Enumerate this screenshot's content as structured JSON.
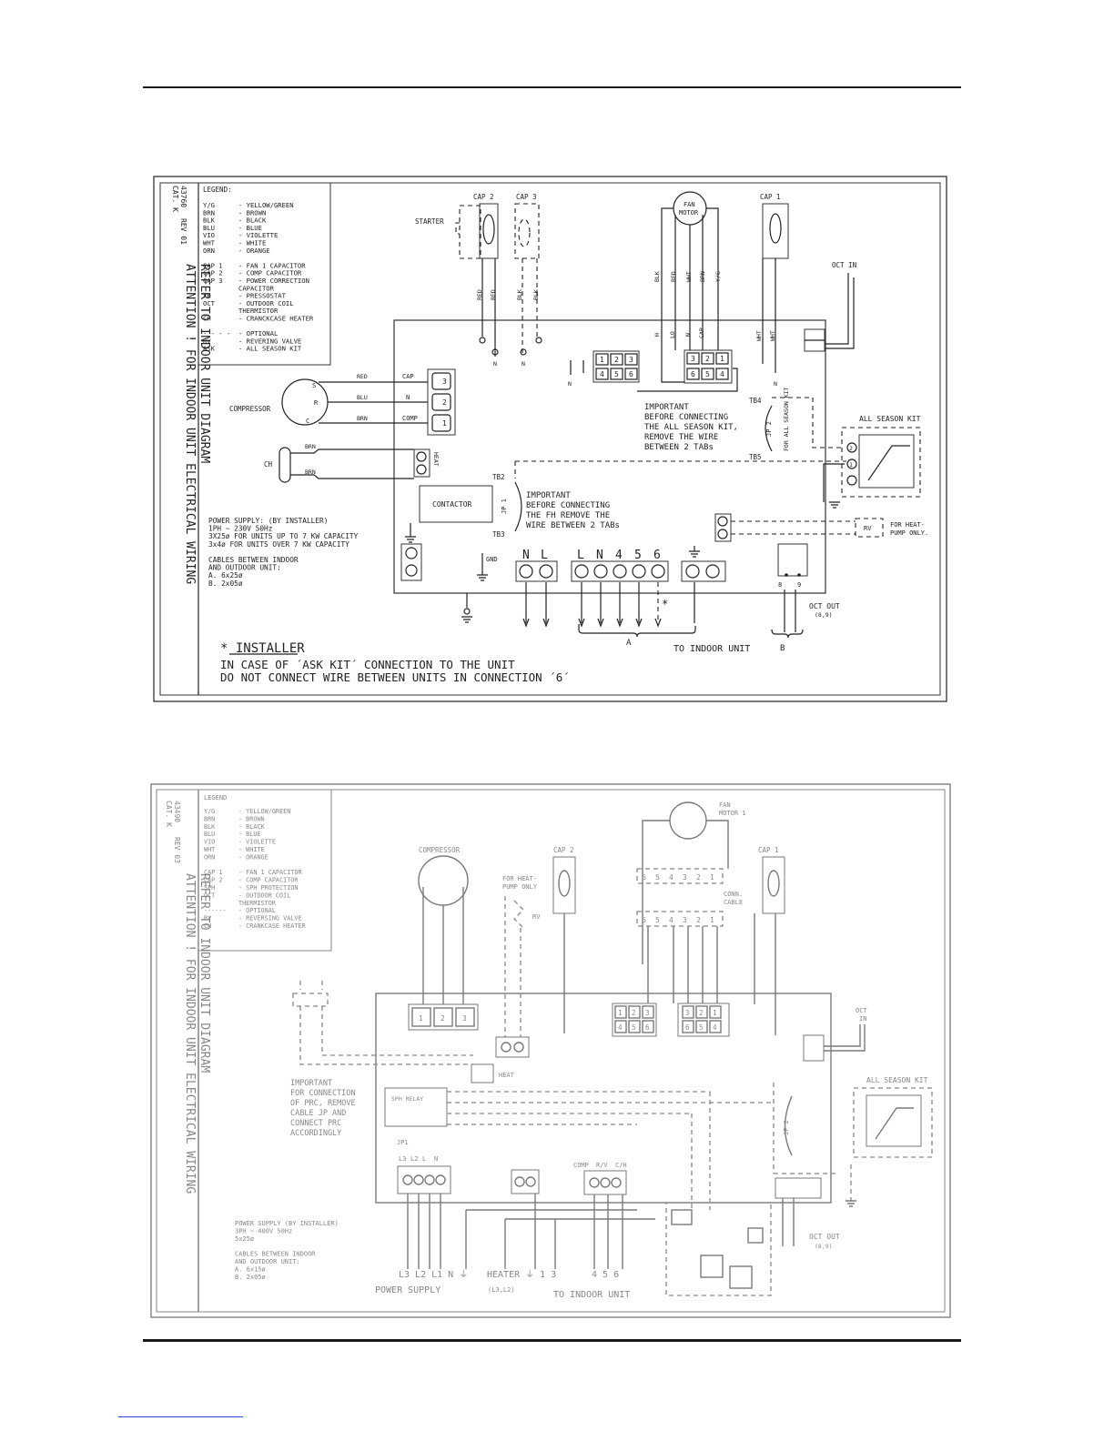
{
  "diagram1": {
    "side_code": [
      "CAT. K",
      "43760",
      "REV 01"
    ],
    "side_title": [
      "ATTENTION !   FOR INDOOR UNIT ELECTRICAL WIRING",
      "REFER TO INDOOR UNIT DIAGRAM"
    ],
    "legend_title": "LEGEND:",
    "legend": [
      {
        "code": "Y/G",
        "text": "- YELLOW/GREEN"
      },
      {
        "code": "BRN",
        "text": "- BROWN"
      },
      {
        "code": "BLK",
        "text": "- BLACK"
      },
      {
        "code": "BLU",
        "text": "- BLUE"
      },
      {
        "code": "VIO",
        "text": "- VIOLETTE"
      },
      {
        "code": "WHT",
        "text": "- WHITE"
      },
      {
        "code": "ORN",
        "text": "- ORANGE"
      },
      {
        "code": "",
        "text": ""
      },
      {
        "code": "CAP   1",
        "text": "- FAN 1 CAPACITOR"
      },
      {
        "code": "CAP   2",
        "text": "- COMP CAPACITOR"
      },
      {
        "code": "CAP   3",
        "text": "- POWER CORRECTION"
      },
      {
        "code": "",
        "text": "  CAPACITOR"
      },
      {
        "code": "FH",
        "text": "- PRESSOSTAT"
      },
      {
        "code": "OCT",
        "text": "- OUTDOOR COIL"
      },
      {
        "code": "",
        "text": "  THERMISTOR"
      },
      {
        "code": "CH",
        "text": "- CRANCKCASE HEATER"
      },
      {
        "code": "",
        "text": ""
      },
      {
        "code": "- - - -",
        "text": "- OPTIONAL"
      },
      {
        "code": "RV",
        "text": "- REVERING VALVE"
      },
      {
        "code": "ASK",
        "text": "- ALL SEASON KIT"
      }
    ],
    "labels": {
      "cap2": "CAP 2",
      "cap3": "CAP 3",
      "cap1": "CAP 1",
      "starter": "STARTER",
      "fan_motor_1": "FAN",
      "fan_motor_2": "MOTOR",
      "oct_in": "OCT IN",
      "compressor": "COMPRESSOR",
      "ch": "CH",
      "heat": "HEAT",
      "contactor": "CONTACTOR",
      "jp1": "JP 1",
      "jp2": "JP 2",
      "tb2": "TB2",
      "tb3": "TB3",
      "tb4": "TB4",
      "tb5": "TB5",
      "for_all_season_kit": "FOR ALL SEASON KIT",
      "all_season_kit": "ALL SEASON KIT",
      "rv": "RV",
      "for_heat_pump_1": "FOR HEAT-",
      "for_heat_pump_2": "PUMP ONLY.",
      "gnd": "GND",
      "oct_out": "OCT OUT",
      "oct_out_pins": "(8,9)",
      "to_indoor_unit": "TO INDOOR UNIT",
      "group_a": "A",
      "group_b": "B",
      "star": "*",
      "pin_s": "S",
      "pin_r": "R",
      "pin_c": "C",
      "conn_cap": "CAP",
      "conn_n": "N",
      "conn_comp": "COMP"
    },
    "wires": {
      "red": "RED",
      "blk": "BLK",
      "wht": "WHT",
      "brn": "BRN",
      "yg": "Y/G",
      "blu": "BLU",
      "h": "H",
      "lo": "LO",
      "n": "N",
      "cap": "CAP"
    },
    "important_ask": [
      "IMPORTANT",
      "BEFORE CONNECTING",
      "THE ALL SEASON KIT,",
      "REMOVE THE WIRE",
      "BETWEEN 2 TABs"
    ],
    "important_fh": [
      "IMPORTANT",
      "BEFORE CONNECTING",
      "THE FH REMOVE THE",
      "WIRE BETWEEN 2 TABs"
    ],
    "power_supply": [
      "POWER SUPPLY: (BY INSTALLER)",
      "1PH ~ 230V 50Hz",
      "3X25ø FOR UNITS UP TO 7 KW CAPACITY",
      "3x4ø FOR UNITS OVER 7 KW CAPACITY",
      "",
      "CABLES BETWEEN INDOOR",
      "AND OUTDOOR UNIT:",
      "A. 6x25ø",
      "B. 2x05ø"
    ],
    "terminals_nl": [
      "N",
      "L"
    ],
    "terminals_a": [
      "L",
      "N",
      "4",
      "5",
      "6"
    ],
    "pcb_block1": [
      "1",
      "2",
      "3",
      "4",
      "5",
      "6"
    ],
    "pcb_block2": [
      "3",
      "2",
      "1",
      "6",
      "5",
      "4"
    ],
    "comp_block": [
      "3",
      "2",
      "1"
    ],
    "oct_out_terms": [
      "8",
      "9"
    ],
    "installer_title": "* INSTALLER",
    "installer_lines": [
      "IN CASE OF ´ASK KIT´ CONNECTION TO THE UNIT",
      "DO NOT CONNECT WIRE BETWEEN UNITS IN CONNECTION ´6´"
    ]
  },
  "diagram2": {
    "side_code": [
      "CAT. K",
      "43490",
      "REV 03"
    ],
    "side_title": [
      "ATTENTION !   FOR INDOOR UNIT ELECTRICAL WIRING",
      "REFER TO INDOOR UNIT DIAGRAM"
    ],
    "legend_title": "LEGEND",
    "legend": [
      {
        "code": "Y/G",
        "text": "- YELLOW/GREEN"
      },
      {
        "code": "BRN",
        "text": "- BROWN"
      },
      {
        "code": "BLK",
        "text": "- BLACK"
      },
      {
        "code": "BLU",
        "text": "- BLUE"
      },
      {
        "code": "VIO",
        "text": "- VIOLETTE"
      },
      {
        "code": "WHT",
        "text": "- WHITE"
      },
      {
        "code": "ORN",
        "text": "- ORANGE"
      },
      {
        "code": "",
        "text": ""
      },
      {
        "code": "CAP 1",
        "text": "- FAN 1 CAPACITOR"
      },
      {
        "code": "CAP 2",
        "text": "- COMP CAPACITOR"
      },
      {
        "code": "SPH",
        "text": "- SPH PROTECTION"
      },
      {
        "code": "OCT",
        "text": "- OUTDOOR COIL"
      },
      {
        "code": "",
        "text": "  THERMISTOR"
      },
      {
        "code": "------",
        "text": "- OPTIONAL"
      },
      {
        "code": "RV",
        "text": "- REVERSING VALVE"
      },
      {
        "code": "CH",
        "text": "- CRANKCASE HEATER"
      }
    ],
    "labels": {
      "compressor": "COMPRESSOR",
      "cap2": "CAP 2",
      "cap1": "CAP 1",
      "fan_motor_1": "FAN",
      "fan_motor_2": "MOTOR 1",
      "for_heat_pump_1": "FOR HEAT-",
      "for_heat_pump_2": "PUMP ONLY",
      "rv": "RV",
      "conn_cable_1": "CONN.",
      "conn_cable_2": "CABLE",
      "oct_1": "OCT",
      "oct_2": "IN",
      "heat": "HEAT",
      "all_season_kit": "ALL SEASON KIT",
      "jp2": "JP 2",
      "jp1": "JP1",
      "sph_relay": "SPH RELAY",
      "oct_out": "OCT OUT",
      "oct_out_pins": "(8,9)",
      "power_supply_label": "POWER SUPPLY",
      "heater": "HEATER",
      "heater_pins": "(L3,L2)",
      "to_indoor_unit": "TO INDOOR UNIT",
      "comp": "COMP",
      "rv_term": "R/V",
      "ch_term": "C/H"
    },
    "terminals_ps": [
      "L3",
      "L2",
      "L",
      "N"
    ],
    "bottom_ps": "L3 L2 L1 N  ⏚",
    "bottom_heater": "HEATER  ⏚  1  3",
    "bottom_a": "4  5  6",
    "comp_block": [
      "1",
      "2",
      "3"
    ],
    "pcb_block1": [
      "1",
      "2",
      "3",
      "4",
      "5",
      "6"
    ],
    "pcb_block2": [
      "3",
      "2",
      "1",
      "6",
      "5",
      "4"
    ],
    "motor_row1": [
      "6",
      "5",
      "4",
      "3",
      "2",
      "1"
    ],
    "motor_row2": [
      "6",
      "5",
      "4",
      "3",
      "2",
      "1"
    ],
    "important": [
      "IMPORTANT",
      "FOR CONNECTION",
      "OF PRC, REMOVE",
      "CABLE JP AND",
      "CONNECT PRC",
      "ACCORDINGLY"
    ],
    "power_supply": [
      "POWER SUPPLY (BY INSTALLER)",
      "3PH ~ 400V 50Hz",
      "5x25ø",
      "",
      "CABLES BETWEEN INDOOR",
      "AND OUTDOOR UNIT:",
      "A. 6x15ø",
      "B. 2x05ø"
    ]
  }
}
